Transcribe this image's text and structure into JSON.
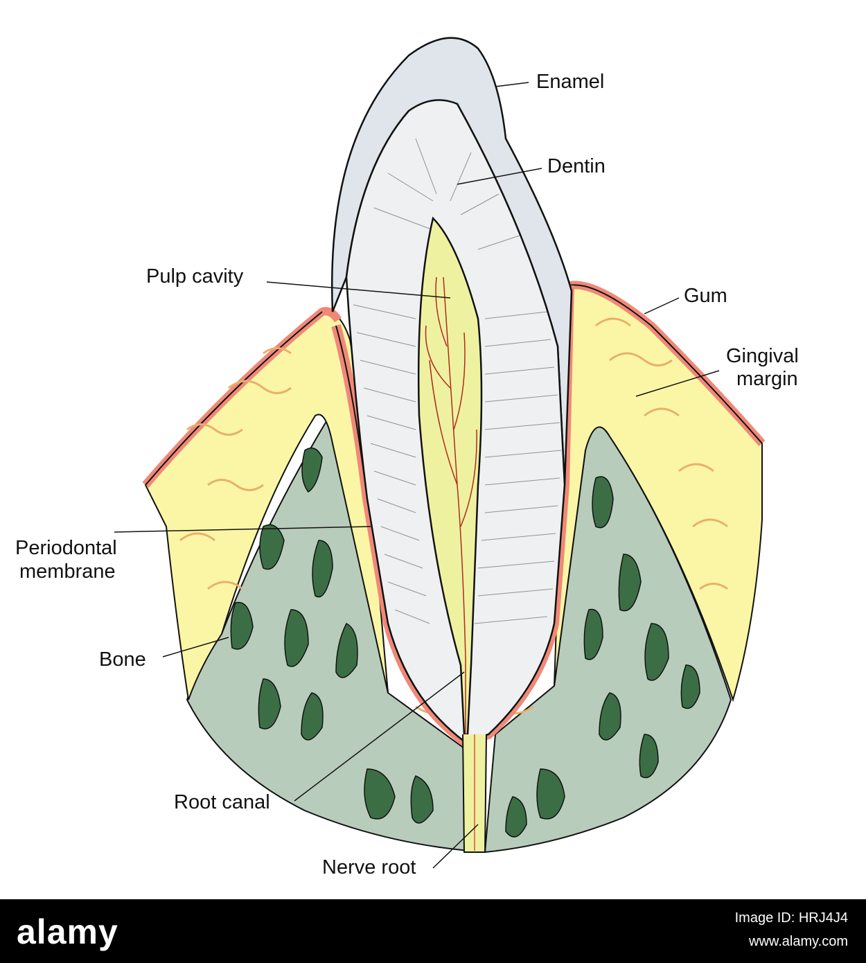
{
  "labels": {
    "enamel": "Enamel",
    "dentin": "Dentin",
    "pulp_cavity": "Pulp cavity",
    "gum": "Gum",
    "gingival_margin_1": "Gingival",
    "gingival_margin_2": "margin",
    "periodontal_1": "Periodontal",
    "periodontal_2": "membrane",
    "bone": "Bone",
    "root_canal": "Root canal",
    "nerve_root": "Nerve root"
  },
  "footer": {
    "brand": "alamy",
    "image_id": "Image ID: HRJ4J4",
    "site": "www.alamy.com"
  },
  "colors": {
    "enamel": "#dfe5ea",
    "dentin": "#eef0f1",
    "pulp": "#eef2a0",
    "gum_tissue": "#fbf6a6",
    "gum_edge": "#f08878",
    "bone": "#b8ccbb",
    "bone_dark": "#3c6e46",
    "fiber": "#e8b06a"
  }
}
